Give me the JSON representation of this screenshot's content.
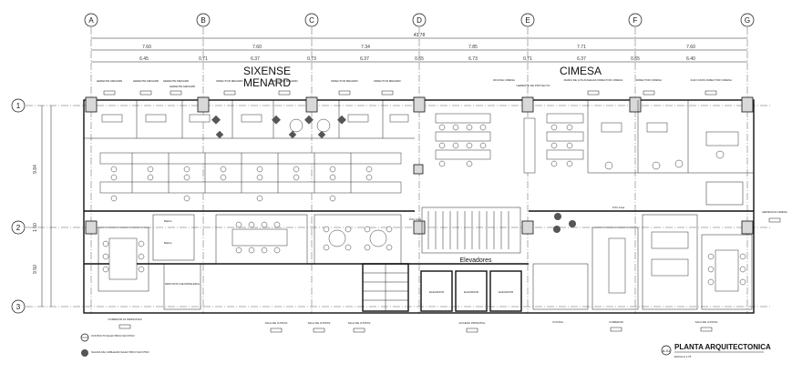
{
  "grid_axes": {
    "columns": [
      "A",
      "B",
      "C",
      "D",
      "E",
      "F",
      "G"
    ],
    "rows": [
      "1",
      "2",
      "3"
    ]
  },
  "dimensions": {
    "overall": "43.78",
    "bays": [
      "7.60",
      "7.60",
      "7.34",
      "7.85",
      "7.71",
      "7.60"
    ],
    "subs": [
      "6.45",
      "0.71",
      "6.37",
      "0.73",
      "6.37",
      "0.65",
      "6.73",
      "0.71",
      "6.37",
      "0.65",
      "6.40"
    ],
    "left": [
      "9.84",
      "1.50",
      "9.50"
    ]
  },
  "zones": {
    "sixense": "SIXENSE",
    "menard": "MENARD",
    "cimesa": "CIMESA",
    "elevators": "Elevadores"
  },
  "room_tags": {
    "top": [
      "GERENTE MENARD",
      "GERENTE MENARD",
      "GERENTE MENARD",
      "GERENTE MENARD",
      "DIRECTOR MENARD",
      "DIRECTOR MENARD",
      "DIRECTOR MENARD",
      "DIRECTOR MENARD",
      "OFICINA CIMESA",
      "GERENTE DE PROYECTO",
      "MARIA DE LOS ANGELES DIRECTOR CIMESA",
      "DIRECTOR CIMESA",
      "JULIO MATA DIRECTOR CIMESA"
    ],
    "bottom": [
      "COMEDOR 16 PERSONAS",
      "SALA DE JUNTAS",
      "SALA DE JUNTAS",
      "SALA DE JUNTAS",
      "ACCESO PRINCIPAL",
      "COCINA",
      "COMEDOR",
      "SALA DE JUNTAS"
    ],
    "right": [
      "GERENCIA CIMESA"
    ]
  },
  "elevator_labels": [
    "ELEVADOR",
    "ELEVADOR",
    "ELEVADOR"
  ],
  "area_labels": {
    "print": "Print Area",
    "bathrooms": [
      "Baños",
      "Baños"
    ],
    "deposito": "DEPOSITO DE PAPELERIA"
  },
  "legend": [
    {
      "label": "CONTACTO ELECTRICO EN PISO"
    },
    {
      "label": "SALIDA DE CABLEADO ELECTRICO EN PISO"
    }
  ],
  "title_block": {
    "title": "PLANTA ARQUITECTONICA",
    "scale": "ESCALA 1:75",
    "sheet": "A-01"
  }
}
